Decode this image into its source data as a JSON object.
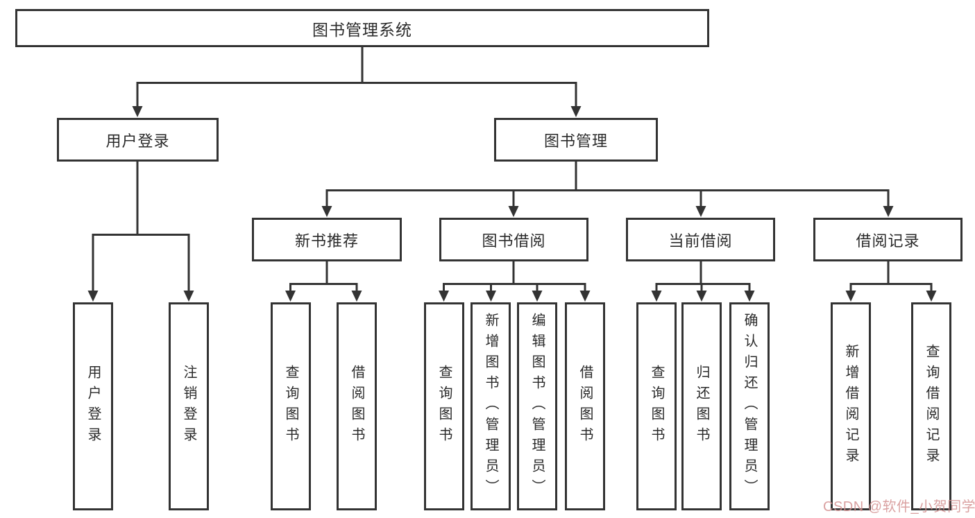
{
  "diagram": {
    "title": "图书管理系统",
    "level2": {
      "user_login": "用户登录",
      "book_management": "图书管理"
    },
    "level3": {
      "new_book_recommend": "新书推荐",
      "book_borrowing": "图书借阅",
      "current_borrowing": "当前借阅",
      "borrowing_records": "借阅记录"
    },
    "leaves": {
      "user_login": [
        "用户登录",
        "注销登录"
      ],
      "new_book_recommend": [
        "查询图书",
        "借阅图书"
      ],
      "book_borrowing": [
        "查询图书",
        "新增图书（管理员）",
        "编辑图书（管理员）",
        "借阅图书"
      ],
      "current_borrowing": [
        "查询图书",
        "归还图书",
        "确认归还（管理员）"
      ],
      "borrowing_records": [
        "新增借阅记录",
        "查询借阅记录"
      ]
    }
  },
  "watermark": "CSDN @软件_小贺同学",
  "colors": {
    "line": "#333333",
    "text": "#2a2a2a",
    "node_background": "#ffffff",
    "page_background": "#ffffff",
    "watermark": "#d49090"
  }
}
